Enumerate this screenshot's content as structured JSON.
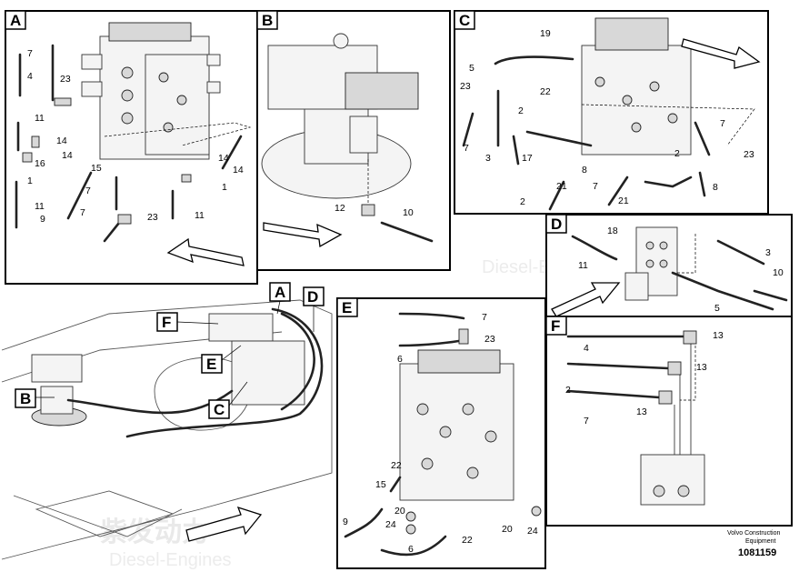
{
  "diagram": {
    "footer": {
      "line1": "Volvo Construction",
      "line2": "Equipment",
      "number": "1081159"
    },
    "watermark": {
      "cn": "紫发动力",
      "en": "Diesel-Engines"
    },
    "panels": [
      {
        "id": "A",
        "letter": "A",
        "labels": [
          "7",
          "4",
          "23",
          "11",
          "14",
          "16",
          "14",
          "15",
          "1",
          "11",
          "9",
          "7",
          "7",
          "23",
          "14",
          "1",
          "14",
          "11"
        ]
      },
      {
        "id": "B",
        "letter": "B",
        "labels": [
          "12",
          "10"
        ]
      },
      {
        "id": "C",
        "letter": "C",
        "labels": [
          "19",
          "5",
          "23",
          "22",
          "2",
          "7",
          "3",
          "17",
          "8",
          "21",
          "21",
          "2",
          "7",
          "7",
          "2",
          "23",
          "8"
        ]
      },
      {
        "id": "D",
        "letter": "D",
        "labels": [
          "18",
          "11",
          "3",
          "10",
          "5"
        ]
      },
      {
        "id": "E",
        "letter": "E",
        "labels": [
          "7",
          "23",
          "6",
          "22",
          "15",
          "20",
          "24",
          "9",
          "6",
          "22",
          "20",
          "24"
        ]
      },
      {
        "id": "F",
        "letter": "F",
        "labels": [
          "4",
          "13",
          "13",
          "2",
          "7",
          "13"
        ]
      },
      {
        "id": "overview",
        "letter": "",
        "markers": [
          "A",
          "D",
          "F",
          "E",
          "C",
          "B"
        ]
      }
    ]
  }
}
